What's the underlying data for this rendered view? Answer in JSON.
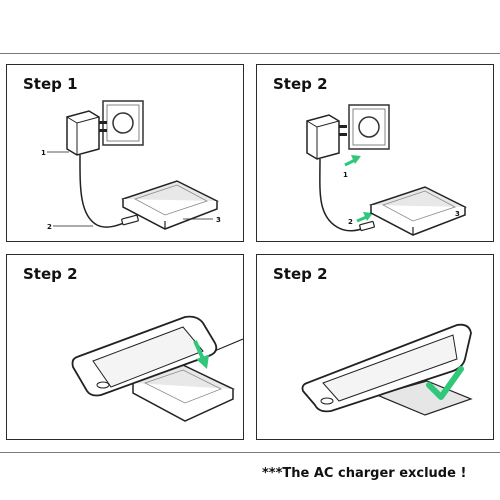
{
  "panels": [
    {
      "title": "Step 1",
      "callouts": [
        "1",
        "2",
        "3"
      ]
    },
    {
      "title": "Step 2",
      "callouts": [
        "1",
        "2",
        "3"
      ]
    },
    {
      "title": "Step 2"
    },
    {
      "title": "Step 2"
    }
  ],
  "footnote": "***The AC charger exclude !",
  "colors": {
    "accent": "#2fc77a",
    "outline": "#2b2b2b"
  }
}
